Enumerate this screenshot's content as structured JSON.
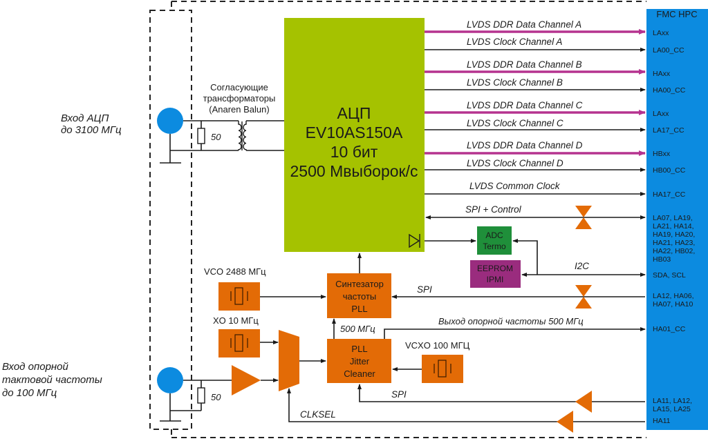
{
  "colors": {
    "adc": "#a5c200",
    "orange": "#e36b06",
    "fmc": "#0c8be0",
    "connector": "#0c8be0",
    "data_line": "#b5338f",
    "termo": "#1f8f3a",
    "eeprom": "#9a2c7e"
  },
  "inputs": {
    "adc_input": [
      "Вход АЦП",
      "до 3100 МГц"
    ],
    "ref_input": [
      "Вход опорной",
      "тактовой частоты",
      "до 100 МГц"
    ]
  },
  "balun": {
    "label": [
      "Согласующие",
      "трансформаторы",
      "(Anaren Balun)"
    ],
    "resistor": "50"
  },
  "ref_resistor": "50",
  "adc": {
    "lines": [
      "АЦП",
      "EV10AS150A",
      "10 бит",
      "2500 Мвыборок/с"
    ]
  },
  "fmc": {
    "title": "FMC  HPC",
    "pins": {
      "a_data": "LAxx",
      "a_clk": "LA00_CC",
      "b_data": "HAxx",
      "b_clk": "HA00_CC",
      "c_data": "LAxx",
      "c_clk": "LA17_CC",
      "d_data": "HBxx",
      "d_clk": "HB00_CC",
      "common": "HA17_CC",
      "spi_ctrl": [
        "LA07, LA19,",
        "LA21, HA14,",
        "HA19, HA20,",
        "HA21, HA23,",
        "HA22, HB02,",
        "HB03"
      ],
      "i2c": "SDA, SCL",
      "spi_pll": [
        "LA12, HA06,",
        "HA07, HA10"
      ],
      "ref_out": "HA01_CC",
      "spi_jc": [
        "LA11, LA12,",
        "LA15, LA25"
      ],
      "clksel": "HA11"
    }
  },
  "signals": {
    "a_data": "LVDS DDR Data Channel A",
    "a_clk": "LVDS Clock Channel A",
    "b_data": "LVDS DDR Data Channel B",
    "b_clk": "LVDS Clock Channel B",
    "c_data": "LVDS DDR Data Channel C",
    "c_clk": "LVDS Clock Channel C",
    "d_data": "LVDS DDR Data Channel D",
    "d_clk": "LVDS Clock Channel D",
    "common": "LVDS Common Clock",
    "spi_ctrl": "SPI + Control",
    "i2c": "I2C",
    "spi_pll": "SPI",
    "ref_out": "Выход опорной частоты 500 МГц",
    "freq_500": "500 МГц",
    "spi_jc": "SPI",
    "clksel": "CLKSEL"
  },
  "blocks": {
    "termo": [
      "ADC",
      "Termo"
    ],
    "eeprom": [
      "EEPROM",
      "IPMI"
    ],
    "synth": [
      "Синтезатор",
      "частоты",
      "PLL"
    ],
    "jitter": [
      "PLL",
      "Jitter",
      "Cleaner"
    ]
  },
  "oscillators": {
    "vco": "VCO 2488 МГц",
    "xo": "XO 10 МГц",
    "vcxo": "VCXO 100 МГЦ"
  }
}
